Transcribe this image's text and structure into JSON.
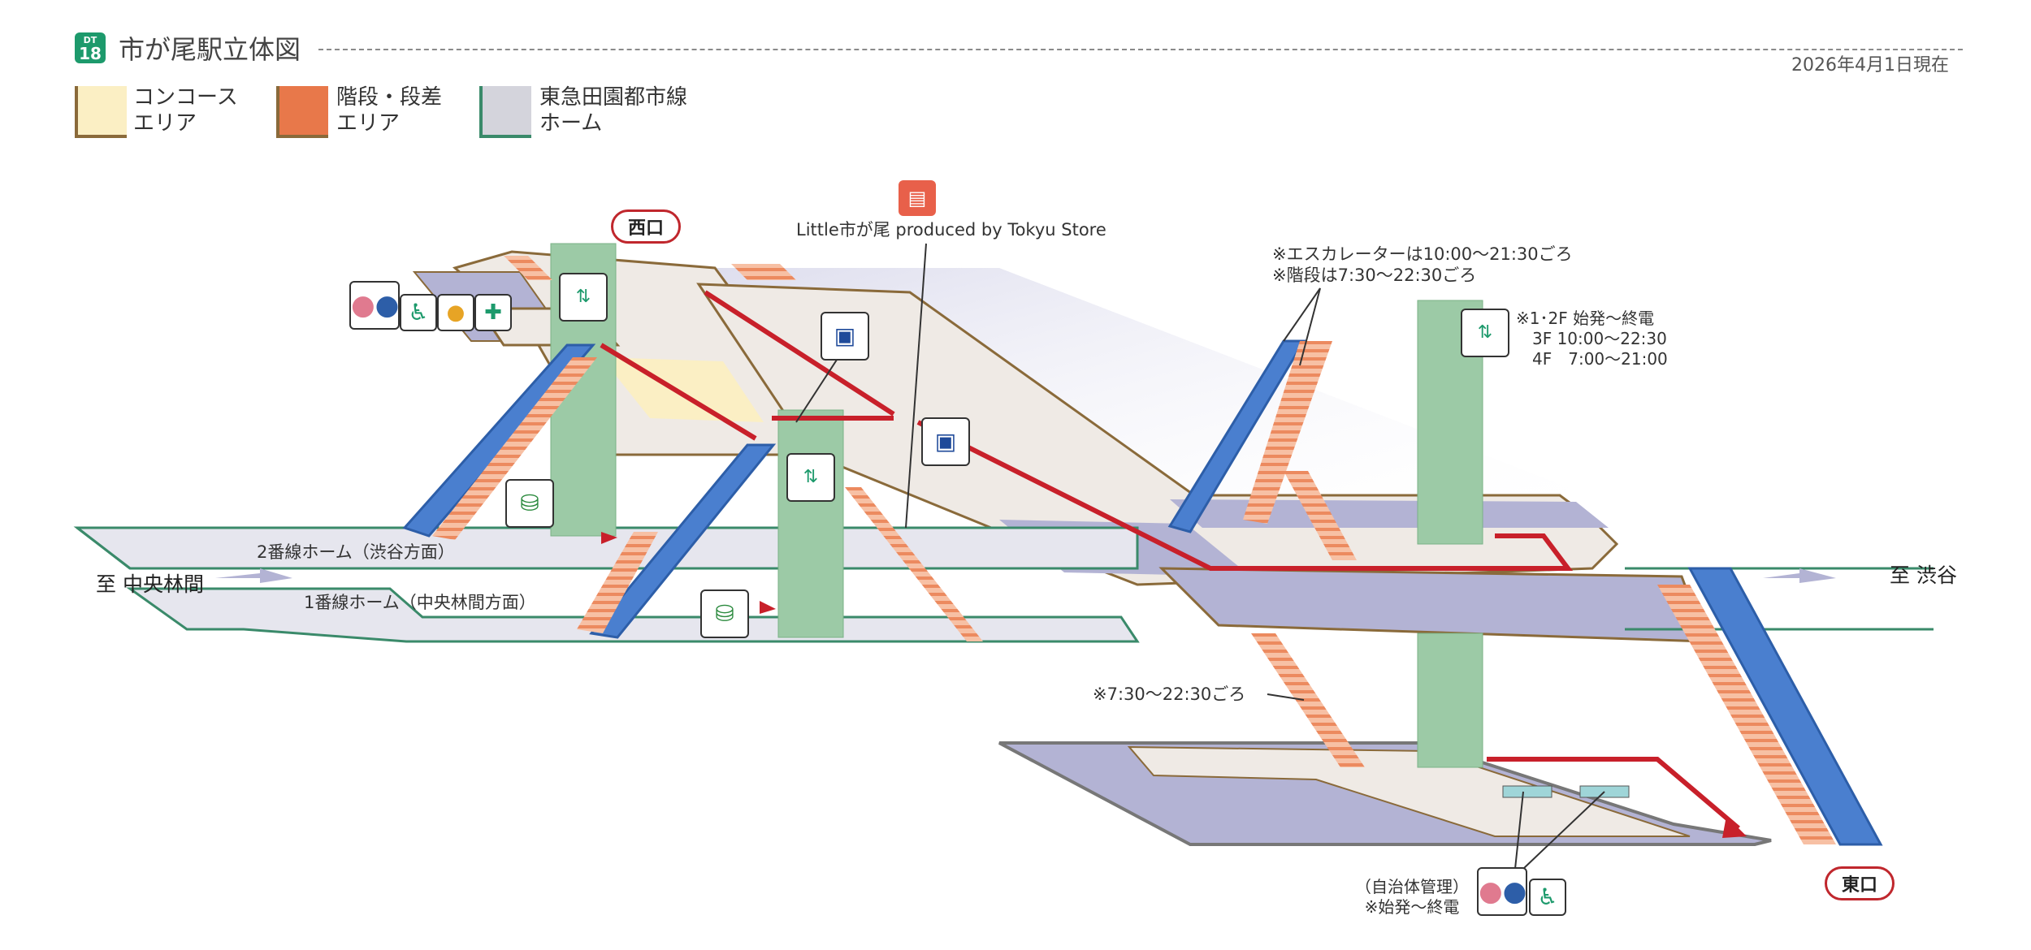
{
  "header": {
    "badge_top": "DT",
    "badge_num": "18",
    "title": "市が尾駅立体図",
    "date": "2026年4月1日現在"
  },
  "legend": [
    {
      "label": "コンコース\nエリア",
      "color": "#fbefc4"
    },
    {
      "label": "階段・段差\nエリア",
      "color": "#e8784a"
    },
    {
      "label": "東急田園都市線\nホーム",
      "color": "#d4d4dc"
    }
  ],
  "exits": {
    "west": "西口",
    "east": "東口"
  },
  "directions": {
    "chuo_rinkan": "至 中央林間",
    "shibuya": "至 渋谷"
  },
  "platforms": {
    "platform2": "2番線ホーム（渋谷方面）",
    "platform1": "1番線ホーム（中央林間方面）"
  },
  "notes": {
    "shop": "Little市が尾 produced by Tokyu Store",
    "escalator_hours": "※エスカレーターは10:00～21:30ごろ",
    "stairs_hours": "※階段は7:30～22:30ごろ",
    "elevator_hours": "※1･2F 始発～終電\n　3F  10:00～22:30\n　4F　7:00～21:00",
    "lower_stairs": "※7:30～22:30ごろ",
    "restroom_mgmt": "（自治体管理）\n※始発～終電"
  },
  "icons": [
    "restroom-icon",
    "wheelchair-icon",
    "baby-icon",
    "ostomate-icon",
    "elevator-icon",
    "ticket-machine-icon",
    "waiting-room-icon",
    "shop-icon"
  ],
  "colors": {
    "brand": "#1d9a6c",
    "route": "#c8202a",
    "elevator": "#9ccaa6",
    "escalator": "#4a7fcf",
    "concourse": "#efeae5",
    "platform_floor": "#b3b3d4",
    "stairs": "#f1a07a",
    "exit_border": "#c0272d"
  }
}
